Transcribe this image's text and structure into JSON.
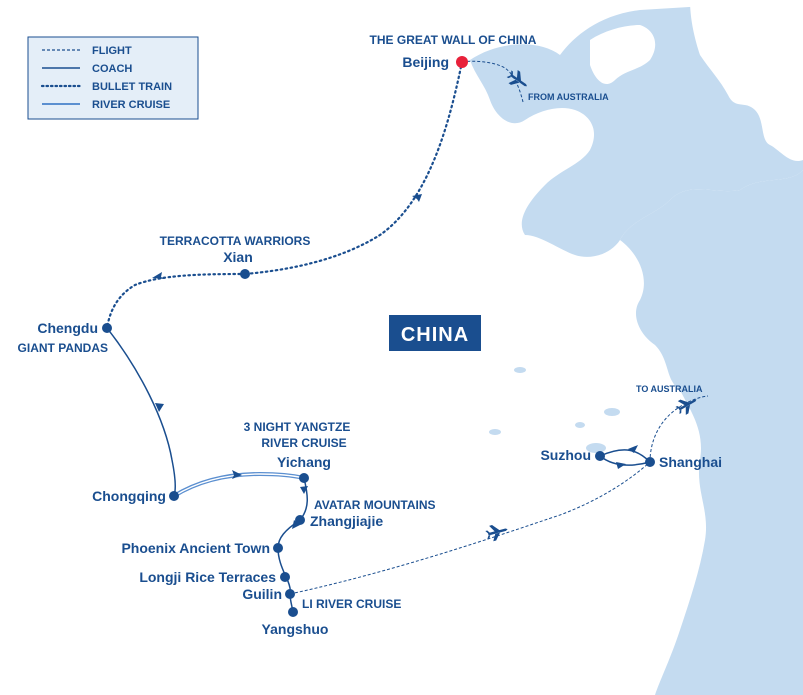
{
  "legend": {
    "flight": "FLIGHT",
    "coach": "COACH",
    "bullet_train": "BULLET TRAIN",
    "river_cruise": "RIVER CRUISE"
  },
  "country": "CHINA",
  "cities": {
    "beijing": "Beijing",
    "xian": "Xian",
    "chengdu": "Chengdu",
    "chongqing": "Chongqing",
    "yichang": "Yichang",
    "zhangjiajie": "Zhangjiajie",
    "phoenix": "Phoenix Ancient Town",
    "longji": "Longji Rice Terraces",
    "guilin": "Guilin",
    "yangshuo": "Yangshuo",
    "suzhou": "Suzhou",
    "shanghai": "Shanghai"
  },
  "notes": {
    "great_wall": "THE GREAT WALL OF CHINA",
    "terracotta": "TERRACOTTA WARRIORS",
    "giant_pandas": "GIANT PANDAS",
    "yangtze_line1": "3 NIGHT YANGTZE",
    "yangtze_line2": "RIVER CRUISE",
    "avatar": "AVATAR MOUNTAINS",
    "li_river": "LI RIVER CRUISE",
    "from_australia": "FROM AUSTRALIA",
    "to_australia": "TO AUSTRALIA"
  },
  "colors": {
    "sea": "#c4dbf0",
    "land": "#ffffff",
    "route": "#1a4e8f",
    "start_marker": "#e8213a"
  }
}
